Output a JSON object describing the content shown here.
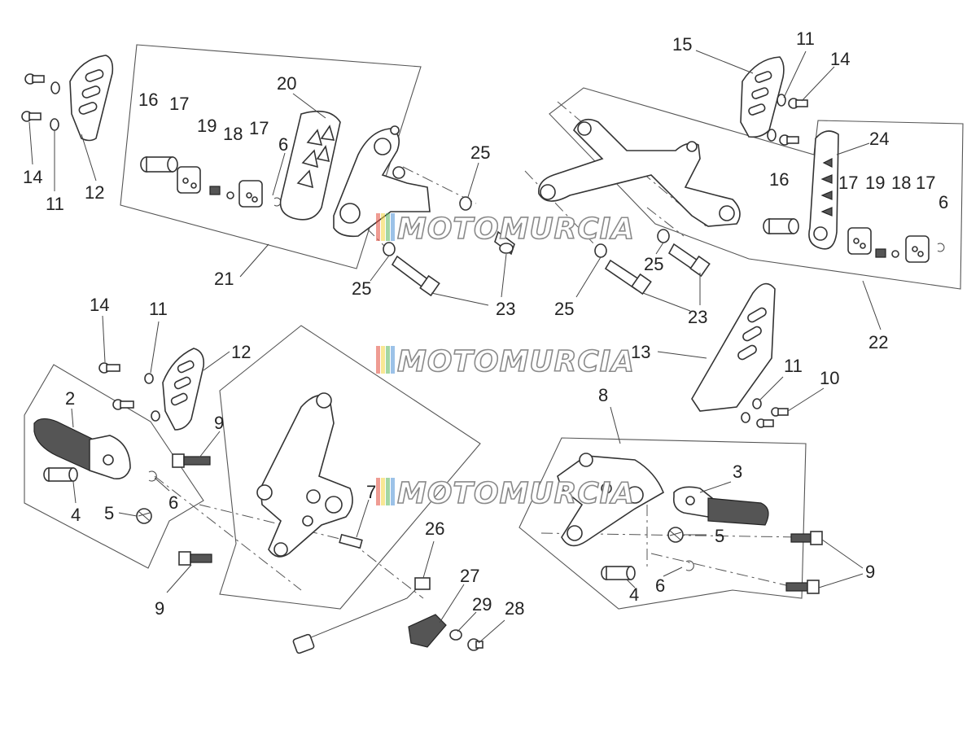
{
  "watermark": {
    "text": "MOTOMURCIA",
    "stripe_colors": [
      "#e24b3b",
      "#f2d43c",
      "#56b45a",
      "#4a8fd6"
    ]
  },
  "callouts": {
    "c2": "2",
    "c3": "3",
    "c4a": "4",
    "c4b": "4",
    "c5a": "5",
    "c5b": "5",
    "c6a": "6",
    "c6b": "6",
    "c6c": "6",
    "c6d": "6",
    "c7": "7",
    "c8": "8",
    "c9a": "9",
    "c9b": "9",
    "c9c": "9",
    "c10": "10",
    "c11a": "11",
    "c11b": "11",
    "c11c": "11",
    "c11d": "11",
    "c12a": "12",
    "c12b": "12",
    "c13": "13",
    "c14a": "14",
    "c14b": "14",
    "c14c": "14",
    "c15": "15",
    "c16a": "16",
    "c16b": "16",
    "c17a": "17",
    "c17b": "17",
    "c17c": "17",
    "c17d": "17",
    "c18a": "18",
    "c18b": "18",
    "c19a": "19",
    "c19b": "19",
    "c20": "20",
    "c21": "21",
    "c22": "22",
    "c23a": "23",
    "c23b": "23",
    "c24": "24",
    "c25a": "25",
    "c25b": "25",
    "c25c": "25",
    "c25d": "25",
    "c26": "26",
    "c27": "27",
    "c28": "28",
    "c29": "29"
  }
}
